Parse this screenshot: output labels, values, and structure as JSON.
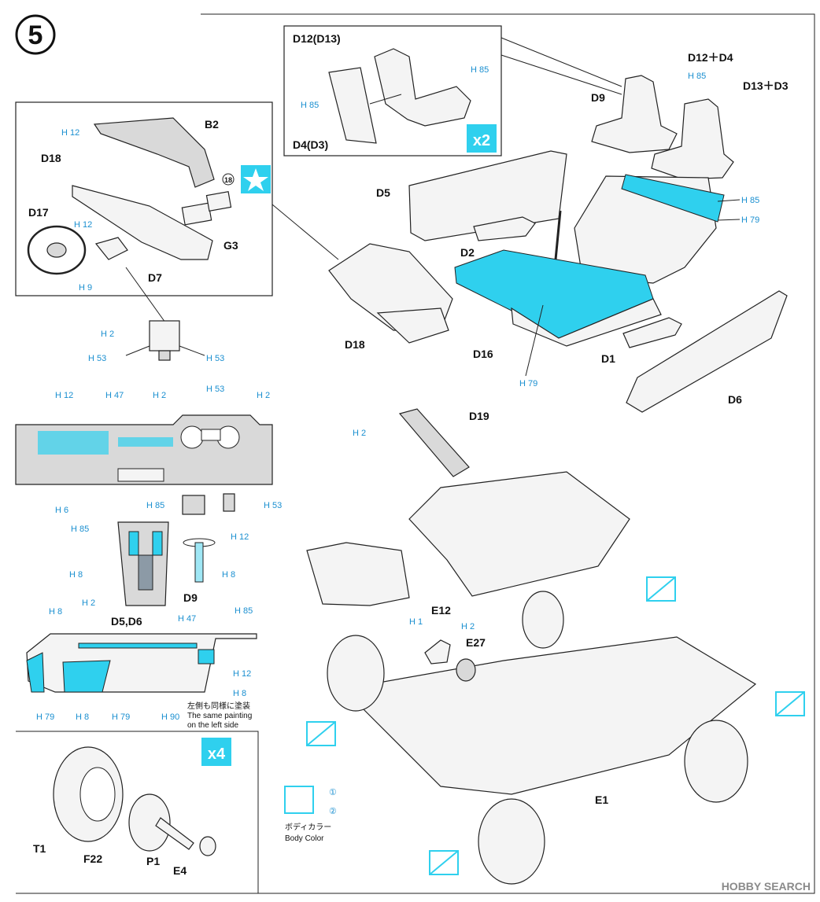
{
  "step": {
    "number": "5"
  },
  "panels": {
    "seat_inset": {
      "multiplier": "x2"
    },
    "dash_inset": {
      "symbol": "star"
    },
    "wheel_inset": {
      "multiplier": "x4"
    }
  },
  "labels": {
    "D12D13": "D12(D13)",
    "D4D3": "D4(D3)",
    "D12D4": "D12＋D4",
    "D13D3": "D13＋D3",
    "D9_top": "D9",
    "D5_top": "D5",
    "D2": "D2",
    "D18_main": "D18",
    "D16": "D16",
    "D1": "D1",
    "D6": "D6",
    "B2": "B2",
    "D18_inset": "D18",
    "D17": "D17",
    "D7": "D7",
    "G3": "G3",
    "decal18": "18",
    "D19": "D19",
    "D9_lower": "D9",
    "D5D6": "D5,D6",
    "E12": "E12",
    "E27": "E27",
    "E1": "E1",
    "T1": "T1",
    "F22": "F22",
    "P1": "P1",
    "E4": "E4"
  },
  "paint": {
    "h85_seat_top": "H 85",
    "h85_seat_left": "H 85",
    "h85_d12": "H 85",
    "h12_b2": "H 12",
    "h12_d17": "H 12",
    "h9": "H 9",
    "h2_sw": "H 2",
    "h53_sw_l": "H 53",
    "h53_sw_r": "H 53",
    "h85_cab": "H 85",
    "h79_cab": "H 79",
    "h79_floor": "H 79",
    "h12_dash": "H 12",
    "h47_dash": "H 47",
    "h2_dash": "H 2",
    "h53_dash": "H 53",
    "h2_dash_r": "H 2",
    "h6": "H 6",
    "h85_dash_b": "H 85",
    "h53_dash_b": "H 53",
    "h12_pedal": "H 12",
    "h85_con": "H 85",
    "h8_con": "H 8",
    "h2_con": "H 2",
    "h8_d9": "H 8",
    "h8_door": "H 8",
    "h47_door": "H 47",
    "h85_door": "H 85",
    "h12_door": "H 12",
    "h8_door_r": "H 8",
    "h79_door_l": "H 79",
    "h8_door_b": "H 8",
    "h79_door_b": "H 79",
    "h90": "H 90",
    "h2_d19": "H 2",
    "h1_e12": "H 1",
    "h2_e27": "H 2"
  },
  "notes": {
    "left_side_jp": "左側も同様に塗装",
    "left_side_en1": "The same painting",
    "left_side_en2": "on the left side",
    "body_color_jp": "ボディカラー",
    "body_color_en": "Body Color",
    "opt1": "①",
    "opt2": "②"
  },
  "watermark": "HOBBY SEARCH",
  "colors": {
    "accent": "#2fd0ee",
    "code_text": "#1a8fd0",
    "line": "#222222"
  }
}
